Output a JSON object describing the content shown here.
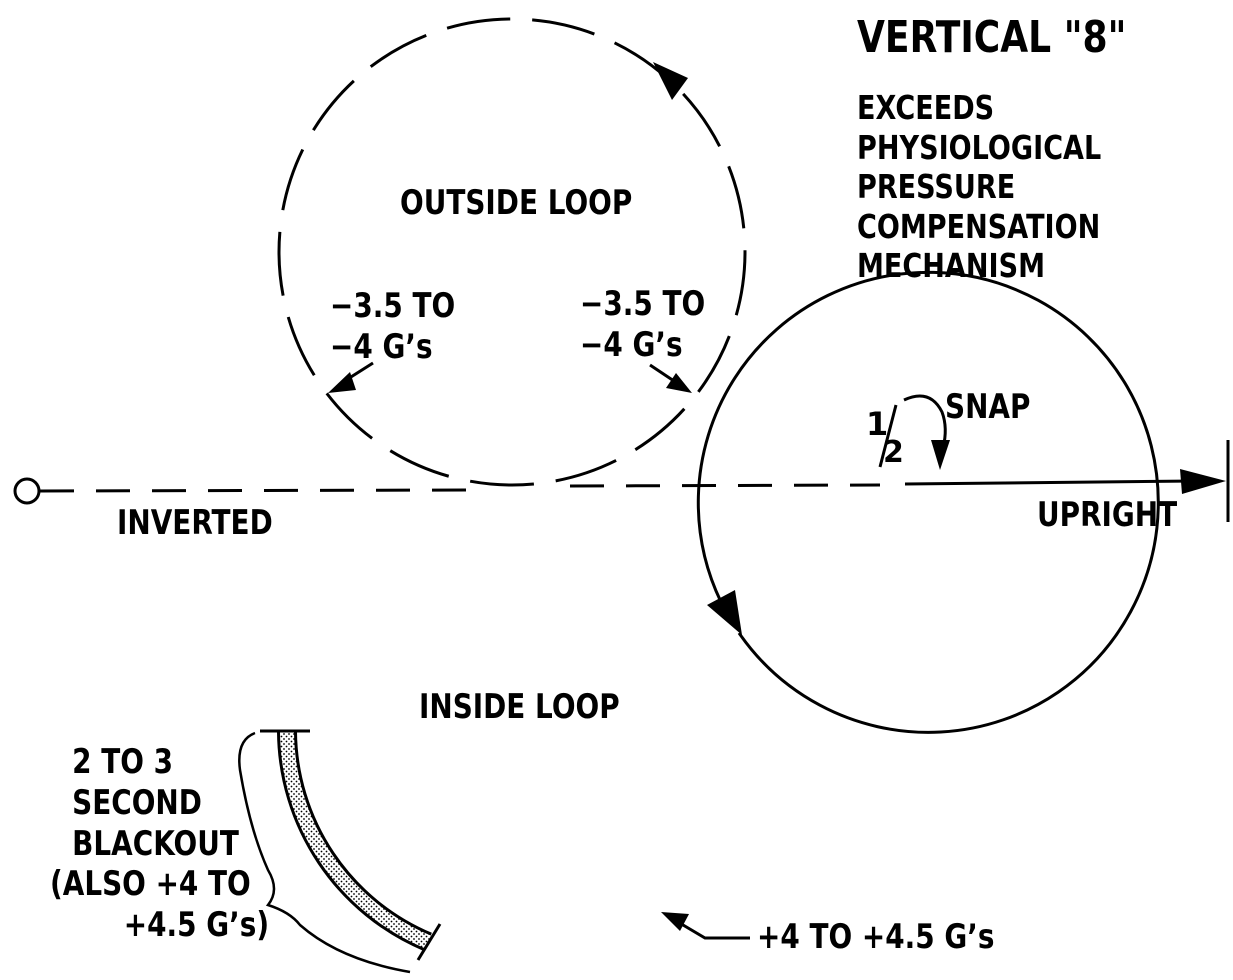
{
  "title": "VERTICAL \"8\"",
  "note_lines": [
    "EXCEEDS",
    "PHYSIOLOGICAL",
    "PRESSURE",
    "COMPENSATION",
    "MECHANISM"
  ],
  "outside_loop": {
    "label": "OUTSIDE LOOP",
    "left_g_lines": [
      "−3.5 TO",
      "−4 G’s"
    ],
    "right_g_lines": [
      "−3.5 TO",
      "−4 G’s"
    ]
  },
  "inside_loop": {
    "label": "INSIDE LOOP",
    "g_label": "+4 TO +4.5 G’s",
    "blackout_lines": [
      "2 TO 3",
      "SECOND",
      "BLACKOUT",
      "(ALSO +4 TO",
      "+4.5 G’s)"
    ]
  },
  "line_labels": {
    "inverted": "INVERTED",
    "upright": "UPRIGHT",
    "snap": "SNAP",
    "half_numerator": "1",
    "half_denominator": "2"
  }
}
